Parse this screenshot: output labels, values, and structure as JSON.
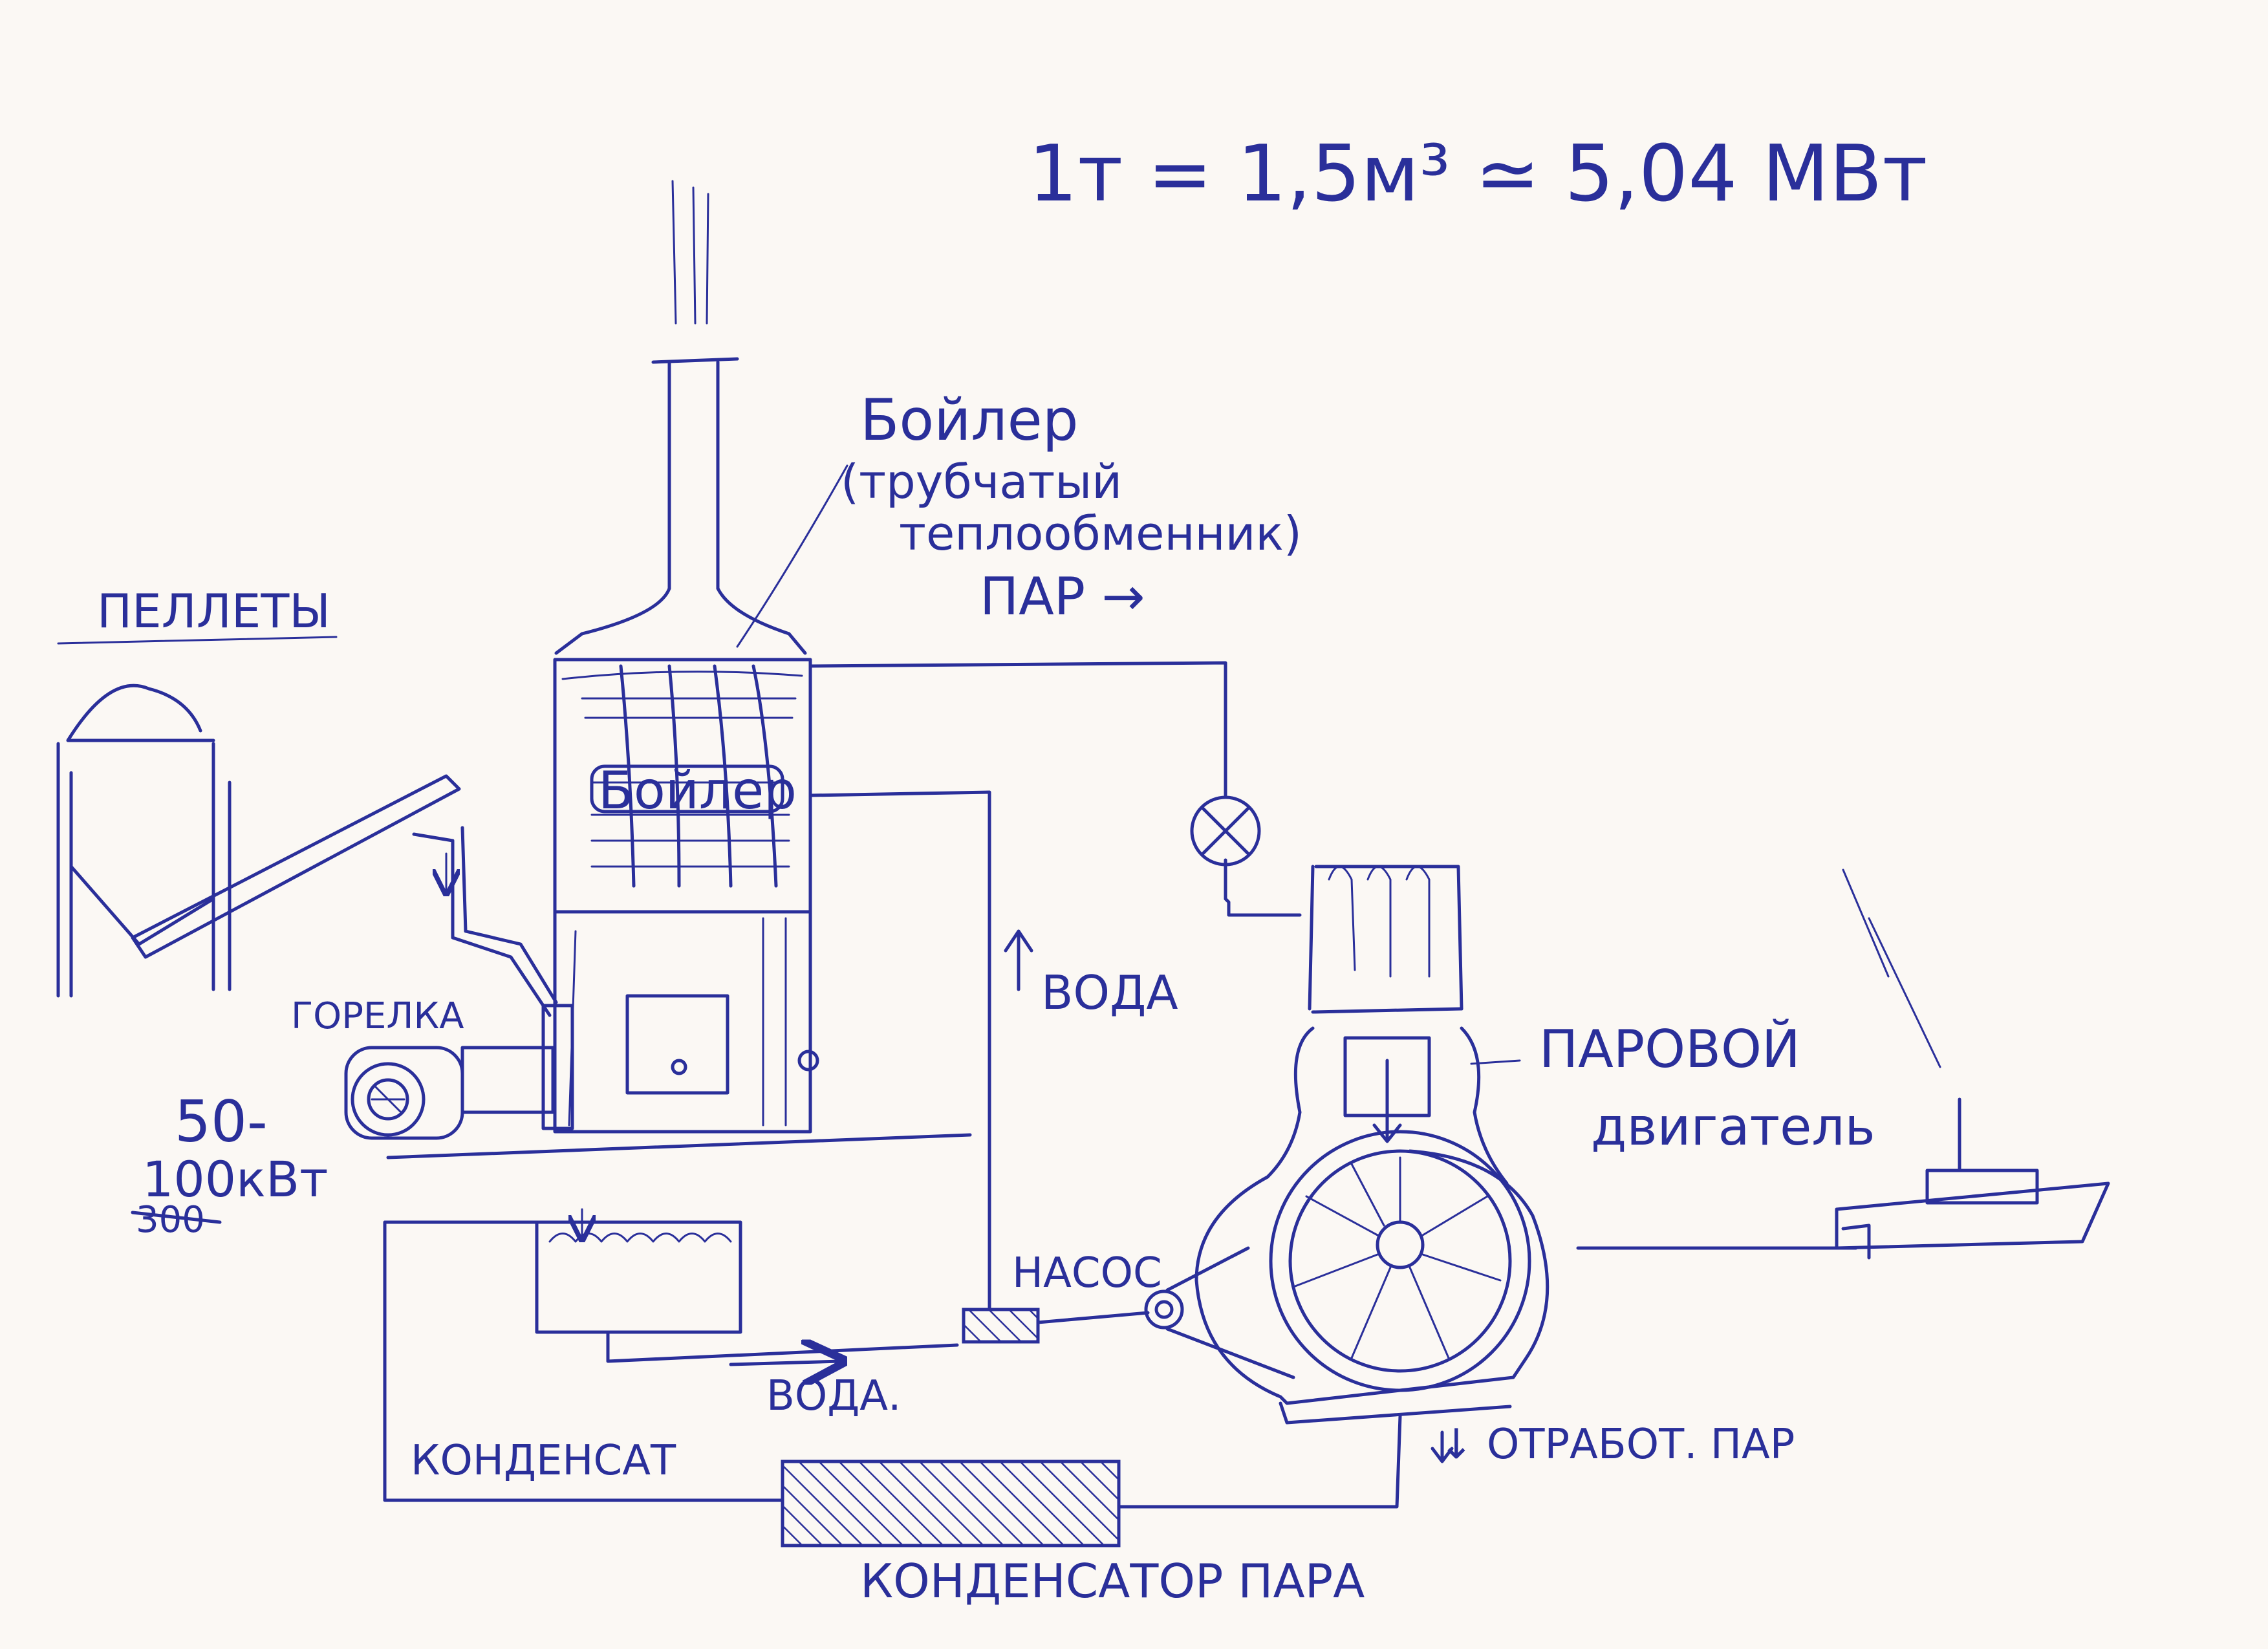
{
  "header": {
    "formula": "1т = 1,5м³ ≃ 5,04 МВт"
  },
  "labels": {
    "pellets": "ПЕЛЛЕТЫ",
    "boiler_title": "Бойлер",
    "boiler_desc_1": "(трубчатый",
    "boiler_desc_2": "теплообменник)",
    "boiler_inner": "Бойлер",
    "steam": "ПАР →",
    "burner": "ГОРЕЛКА",
    "power_1": "50-",
    "power_2": "100кВт",
    "power_3": "300",
    "water_up": "ВОДА",
    "steam_engine_1": "ПАРОВОЙ",
    "steam_engine_2": "двигатель",
    "pump": "НАСОС",
    "water": "ВОДА.",
    "condensate": "КОНДЕНСАТ",
    "exhaust_steam": "↓ ОТРАБОТ. ПАР",
    "steam_condenser": "КОНДЕНСАТОР ПАРА"
  },
  "colors": {
    "ink": "#2a2f9a",
    "paper": "#fbf8f4"
  }
}
